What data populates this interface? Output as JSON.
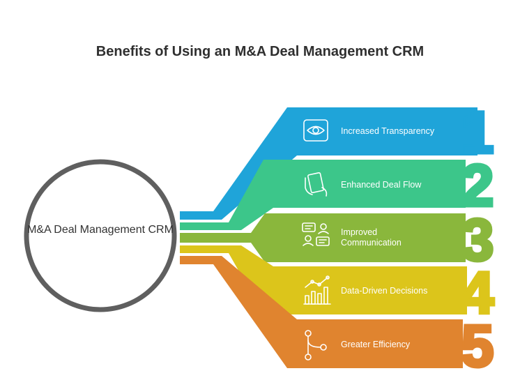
{
  "title": "Benefits of Using an M&A Deal Management CRM",
  "hub": {
    "label": "M&A Deal Management CRM"
  },
  "benefits": [
    {
      "number": "1",
      "label": "Increased Transparency",
      "color": "#1fa4d9",
      "icon": "eye-scan-icon"
    },
    {
      "number": "2",
      "label": "Enhanced Deal Flow",
      "color": "#3cc68a",
      "icon": "hand-document-icon"
    },
    {
      "number": "3",
      "label": "Improved Communication",
      "color": "#8ab73c",
      "icon": "chat-people-icon"
    },
    {
      "number": "4",
      "label": "Data-Driven Decisions",
      "color": "#dcc51b",
      "icon": "bar-chart-trend-icon"
    },
    {
      "number": "5",
      "label": "Greater Efficiency",
      "color": "#e0842f",
      "icon": "branch-flow-icon"
    }
  ],
  "colors": {
    "hub_ring": "#5f5f5f",
    "title": "#2f2f2f"
  }
}
